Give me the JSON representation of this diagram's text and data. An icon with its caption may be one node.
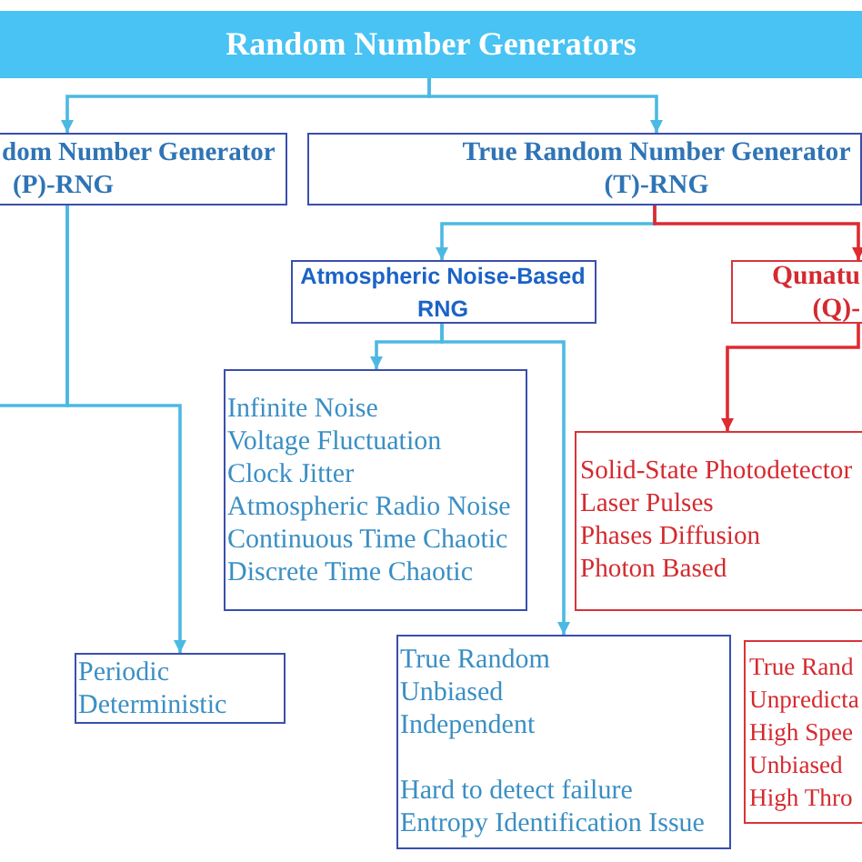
{
  "diagram": {
    "nodes": [
      {
        "text": [
          "Random Number Generators"
        ]
      },
      {
        "text": [
          "dom Number Generator (P)-RNG"
        ]
      },
      {
        "text": [
          "True Random Number Generator (T)-RNG"
        ]
      },
      {
        "text": [
          "Atmospheric Noise-Based RNG"
        ]
      },
      {
        "text": [
          "Qunatu (Q)-"
        ]
      },
      {
        "text": [
          "Infinite Noise",
          "Voltage Fluctuation",
          "Clock Jitter",
          "Atmospheric Radio Noise",
          "Continuous Time Chaotic",
          "Discrete Time Chaotic"
        ]
      },
      {
        "text": [
          "Solid-State Photodetector",
          "Laser Pulses",
          "Phases Diffusion",
          "Photon Based"
        ]
      },
      {
        "text": [
          "Periodic",
          "Deterministic"
        ]
      },
      {
        "text": [
          "True Random",
          "Unbiased",
          "Independent",
          "Hard to detect failure",
          "Entropy Identification Issue"
        ]
      },
      {
        "text": [
          "True Rand",
          "Unpredicta",
          "High Spee",
          "Unbiased",
          "High Thro"
        ]
      }
    ],
    "edges": [
      {
        "from": 0,
        "to": 1,
        "arrow": "to"
      },
      {
        "from": 0,
        "to": 2,
        "arrow": "to"
      },
      {
        "from": 1,
        "to": 7,
        "arrow": "to"
      },
      {
        "from": 1,
        "to": null,
        "arrow": "none"
      },
      {
        "from": 2,
        "to": 3,
        "arrow": "to"
      },
      {
        "from": 2,
        "to": 4,
        "arrow": "to",
        "color": "#de2a30"
      },
      {
        "from": 3,
        "to": 5,
        "arrow": "to"
      },
      {
        "from": 3,
        "to": 8,
        "arrow": "to"
      },
      {
        "from": 4,
        "to": 6,
        "arrow": "to",
        "color": "#de2a30"
      }
    ]
  }
}
